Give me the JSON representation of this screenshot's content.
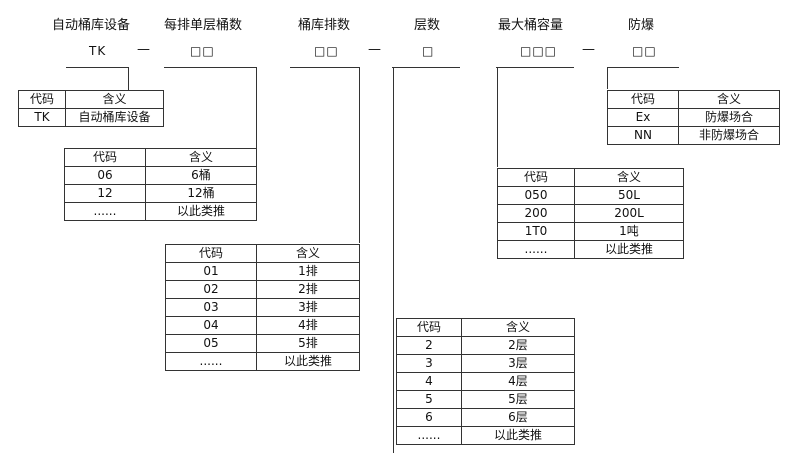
{
  "headers": [
    "自动桶库设备",
    "每排单层桶数",
    "桶库排数",
    "层数",
    "最大桶容量",
    "防爆"
  ],
  "code_row": {
    "c1": "TK",
    "c2": "□□",
    "c3": "□□",
    "c4": "□",
    "c5": "□□□",
    "c6": "□□",
    "dash": "—"
  },
  "tables": {
    "tk": {
      "header": [
        "代码",
        "含义"
      ],
      "rows": [
        [
          "TK",
          "自动桶库设备"
        ]
      ]
    },
    "per_row": {
      "header": [
        "代码",
        "含义"
      ],
      "rows": [
        [
          "06",
          "6桶"
        ],
        [
          "12",
          "12桶"
        ],
        [
          "......",
          "以此类推"
        ]
      ]
    },
    "rows_count": {
      "header": [
        "代码",
        "含义"
      ],
      "rows": [
        [
          "01",
          "1排"
        ],
        [
          "02",
          "2排"
        ],
        [
          "03",
          "3排"
        ],
        [
          "04",
          "4排"
        ],
        [
          "05",
          "5排"
        ],
        [
          "......",
          "以此类推"
        ]
      ]
    },
    "layers": {
      "header": [
        "代码",
        "含义"
      ],
      "rows": [
        [
          "2",
          "2层"
        ],
        [
          "3",
          "3层"
        ],
        [
          "4",
          "4层"
        ],
        [
          "5",
          "5层"
        ],
        [
          "6",
          "6层"
        ],
        [
          "......",
          "以此类推"
        ]
      ]
    },
    "capacity": {
      "header": [
        "代码",
        "含义"
      ],
      "rows": [
        [
          "050",
          "50L"
        ],
        [
          "200",
          "200L"
        ],
        [
          "1T0",
          "1吨"
        ],
        [
          "......",
          "以此类推"
        ]
      ]
    },
    "explosion": {
      "header": [
        "代码",
        "含义"
      ],
      "rows": [
        [
          "Ex",
          "防爆场合"
        ],
        [
          "NN",
          "非防爆场合"
        ]
      ]
    }
  }
}
